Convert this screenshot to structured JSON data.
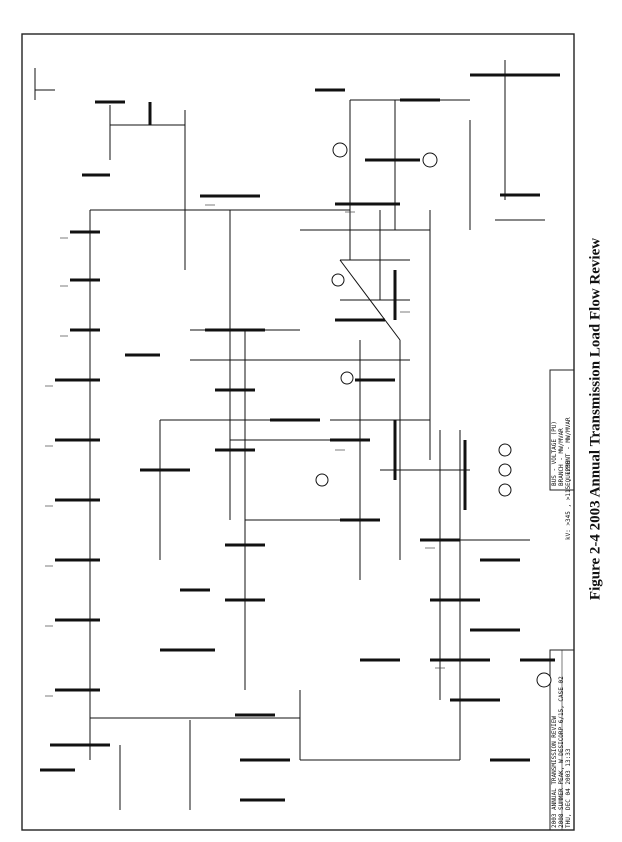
{
  "figure_caption": "Figure 2-4 2003 Annual Transmission Load Flow Review",
  "title_block": {
    "line1": "2003 ANNUAL TRANSMISSION REVIEW",
    "line2": "2008 SUMMER PEAK, W DESICORP 6/15, CASE 02",
    "line3": "THU, DEC 04 2003  13:33"
  },
  "legend_block": {
    "line1": "BUS - VOLTAGE (PU)",
    "line2": "BRANCH - MW/MVAR",
    "line3": "EQUIPMENT - MW/MVAR"
  },
  "voltage_levels": "kV: >345 , >115 , <230",
  "colors": {
    "ink": "#111111",
    "paper": "#ffffff",
    "frame": "#222222"
  }
}
